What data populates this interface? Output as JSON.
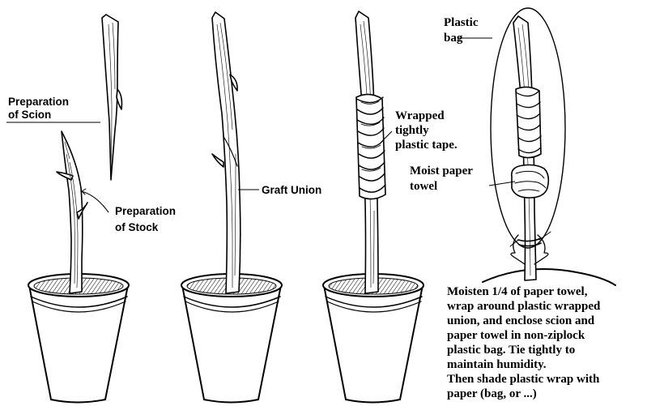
{
  "labels": {
    "scion_line1": "Preparation",
    "scion_line2": "of Scion",
    "stock_line1": "Preparation",
    "stock_line2": "of Stock",
    "graft_union": "Graft Union",
    "wrapped_line1": "Wrapped",
    "wrapped_line2": "tightly",
    "wrapped_line3": "plastic tape.",
    "towel_line1": "Moist paper",
    "towel_line2": "towel",
    "bag_line1": "Plastic",
    "bag_line2": "bag"
  },
  "instructions": [
    "Moisten 1/4 of paper towel,",
    "wrap around plastic wrapped",
    "union, and enclose scion and",
    "paper towel in non-ziplock",
    "plastic bag. Tie tightly to",
    "maintain humidity.",
    "Then shade plastic wrap with",
    "paper (bag, or ...)"
  ]
}
